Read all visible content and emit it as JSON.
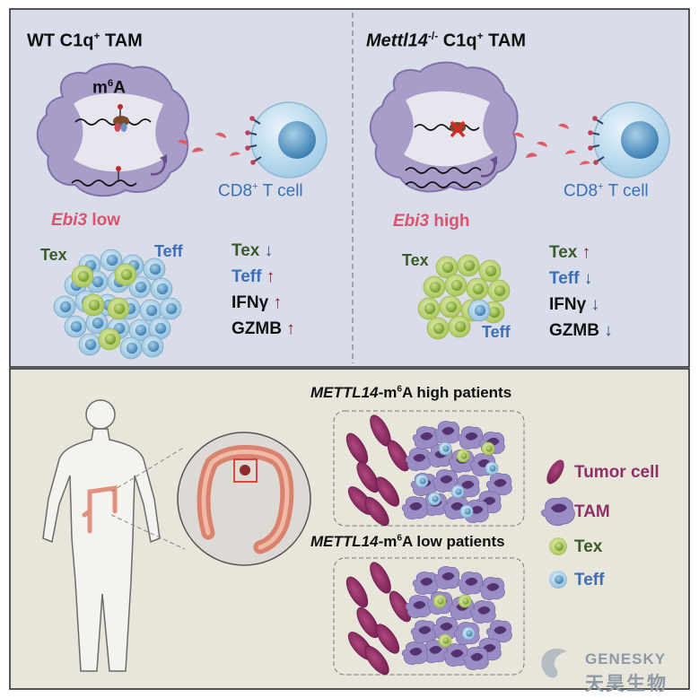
{
  "colors": {
    "panel_top": "#d8dde9",
    "panel_bottom": "#e8e6da",
    "tam": "#a89cc9",
    "tex": "#b9cf6a",
    "teff": "#a9cfe6",
    "tumor": "#8f2f68",
    "label_blue": "#3d6fb6",
    "label_green": "#3d5a2a",
    "label_red": "#d9536f",
    "arrow_red": "#8b1d2c",
    "arrow_blue": "#2f4f86"
  },
  "top_left": {
    "title_main": "WT C1q",
    "title_sup": "+",
    "title_tail": " TAM",
    "m6a_m": "m",
    "m6a_sup": "6",
    "m6a_a": "A",
    "cd8_main": "CD8",
    "cd8_sup": "+",
    "cd8_tail": " T cell",
    "ebi3_gene": "Ebi3",
    "ebi3_level": " low",
    "tex_label": "Tex",
    "teff_label": "Teff",
    "markers": [
      {
        "name": "Tex",
        "name_color": "green",
        "dir": "down"
      },
      {
        "name": "Teff",
        "name_color": "blue",
        "dir": "up"
      },
      {
        "name": "IFNγ",
        "name_color": "black",
        "dir": "up"
      },
      {
        "name": "GZMB",
        "name_color": "black",
        "dir": "up"
      }
    ]
  },
  "top_right": {
    "title_gene": "Mettl14",
    "title_sup": "-/-",
    "title_tail": " C1q",
    "title_sup2": "+",
    "title_tail2": " TAM",
    "cd8_main": "CD8",
    "cd8_sup": "+",
    "cd8_tail": " T cell",
    "ebi3_gene": "Ebi3",
    "ebi3_level": " high",
    "tex_label": "Tex",
    "teff_label": "Teff",
    "markers": [
      {
        "name": "Tex",
        "name_color": "green",
        "dir": "up"
      },
      {
        "name": "Teff",
        "name_color": "blue",
        "dir": "down"
      },
      {
        "name": "IFNγ",
        "name_color": "black",
        "dir": "down"
      },
      {
        "name": "GZMB",
        "name_color": "black",
        "dir": "down"
      }
    ]
  },
  "bottom": {
    "high_gene": "METTL14",
    "high_mid": "-m",
    "high_sup": "6",
    "high_tail": "A high patients",
    "low_gene": "METTL14",
    "low_mid": "-m",
    "low_sup": "6",
    "low_tail": "A low patients",
    "legend": [
      {
        "label": "Tumor cell",
        "icon": "tumor-cell-icon"
      },
      {
        "label": "TAM",
        "icon": "tam-icon"
      },
      {
        "label": "Tex",
        "icon": "tex-cell-icon"
      },
      {
        "label": "Teff",
        "icon": "teff-cell-icon"
      }
    ]
  },
  "watermark": {
    "line1": "GENESKY",
    "line2": "天昊生物"
  }
}
